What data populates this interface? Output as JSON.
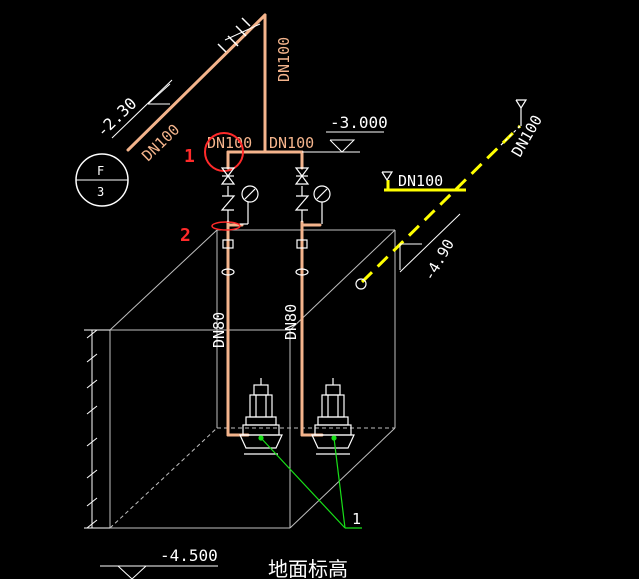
{
  "drawing": {
    "labels": {
      "elev_top_left": "-2.30",
      "dn_diag": "DN100",
      "dn_riser": "DN100",
      "dn_under_circle": "DN100",
      "dn_header": "DN100",
      "elev_top_right": "-3.000",
      "tag_letter": "F",
      "tag_number": "3",
      "marker_1": "1",
      "marker_2": "2",
      "dn_yellow_left": "DN100",
      "dn_yellow_right": "DN100",
      "elev_yellow": "-4.90",
      "dn_pipe_left": "DN80",
      "dn_pipe_right": "DN80",
      "pump_callout": "1",
      "elev_bottom": "-4.500",
      "ground_level": "地面标高"
    },
    "colors": {
      "background": "#000000",
      "pipe": "#f4b48c",
      "line": "#ffffff",
      "box": "#bfbfbf",
      "highlight": "#ff2a2a",
      "yellow_pipe": "#ffff00",
      "leader": "#18e018"
    }
  }
}
